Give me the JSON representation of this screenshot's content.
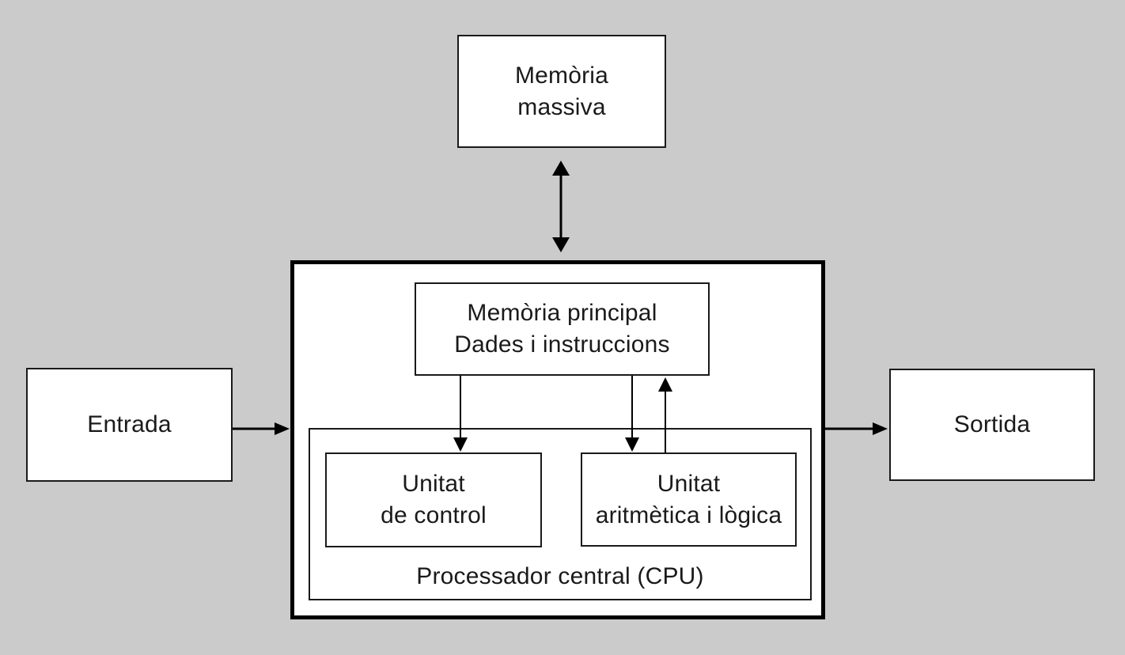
{
  "diagram": {
    "description": "Block diagram of a computer architecture (in Catalan)",
    "colors": {
      "background": "#cbcbcb",
      "box_fill": "#ffffff",
      "line": "#000000",
      "text": "#1a1a1a"
    },
    "boxes": {
      "memoria_massiva": {
        "label": "Memòria\nmassiva"
      },
      "memoria_principal": {
        "label": "Memòria principal\nDades i instruccions"
      },
      "unitat_control": {
        "label": "Unitat\nde control"
      },
      "unitat_alu": {
        "label": "Unitat\naritmètica i lògica"
      },
      "processador": {
        "label": "Processador central (CPU)"
      },
      "entrada": {
        "label": "Entrada"
      },
      "sortida": {
        "label": "Sortida"
      }
    },
    "arrows": [
      {
        "from": "memoria-massiva",
        "to": "processador-central",
        "direction": "bidirectional-vertical"
      },
      {
        "from": "entrada",
        "to": "processador-central",
        "direction": "right"
      },
      {
        "from": "processador-central",
        "to": "sortida",
        "direction": "right"
      },
      {
        "from": "memoria-principal",
        "to": "unitat-de-control",
        "direction": "down"
      },
      {
        "from": "memoria-principal",
        "to": "unitat-aritmetica-logica",
        "direction": "down"
      },
      {
        "from": "unitat-aritmetica-logica",
        "to": "memoria-principal",
        "direction": "up"
      }
    ]
  }
}
